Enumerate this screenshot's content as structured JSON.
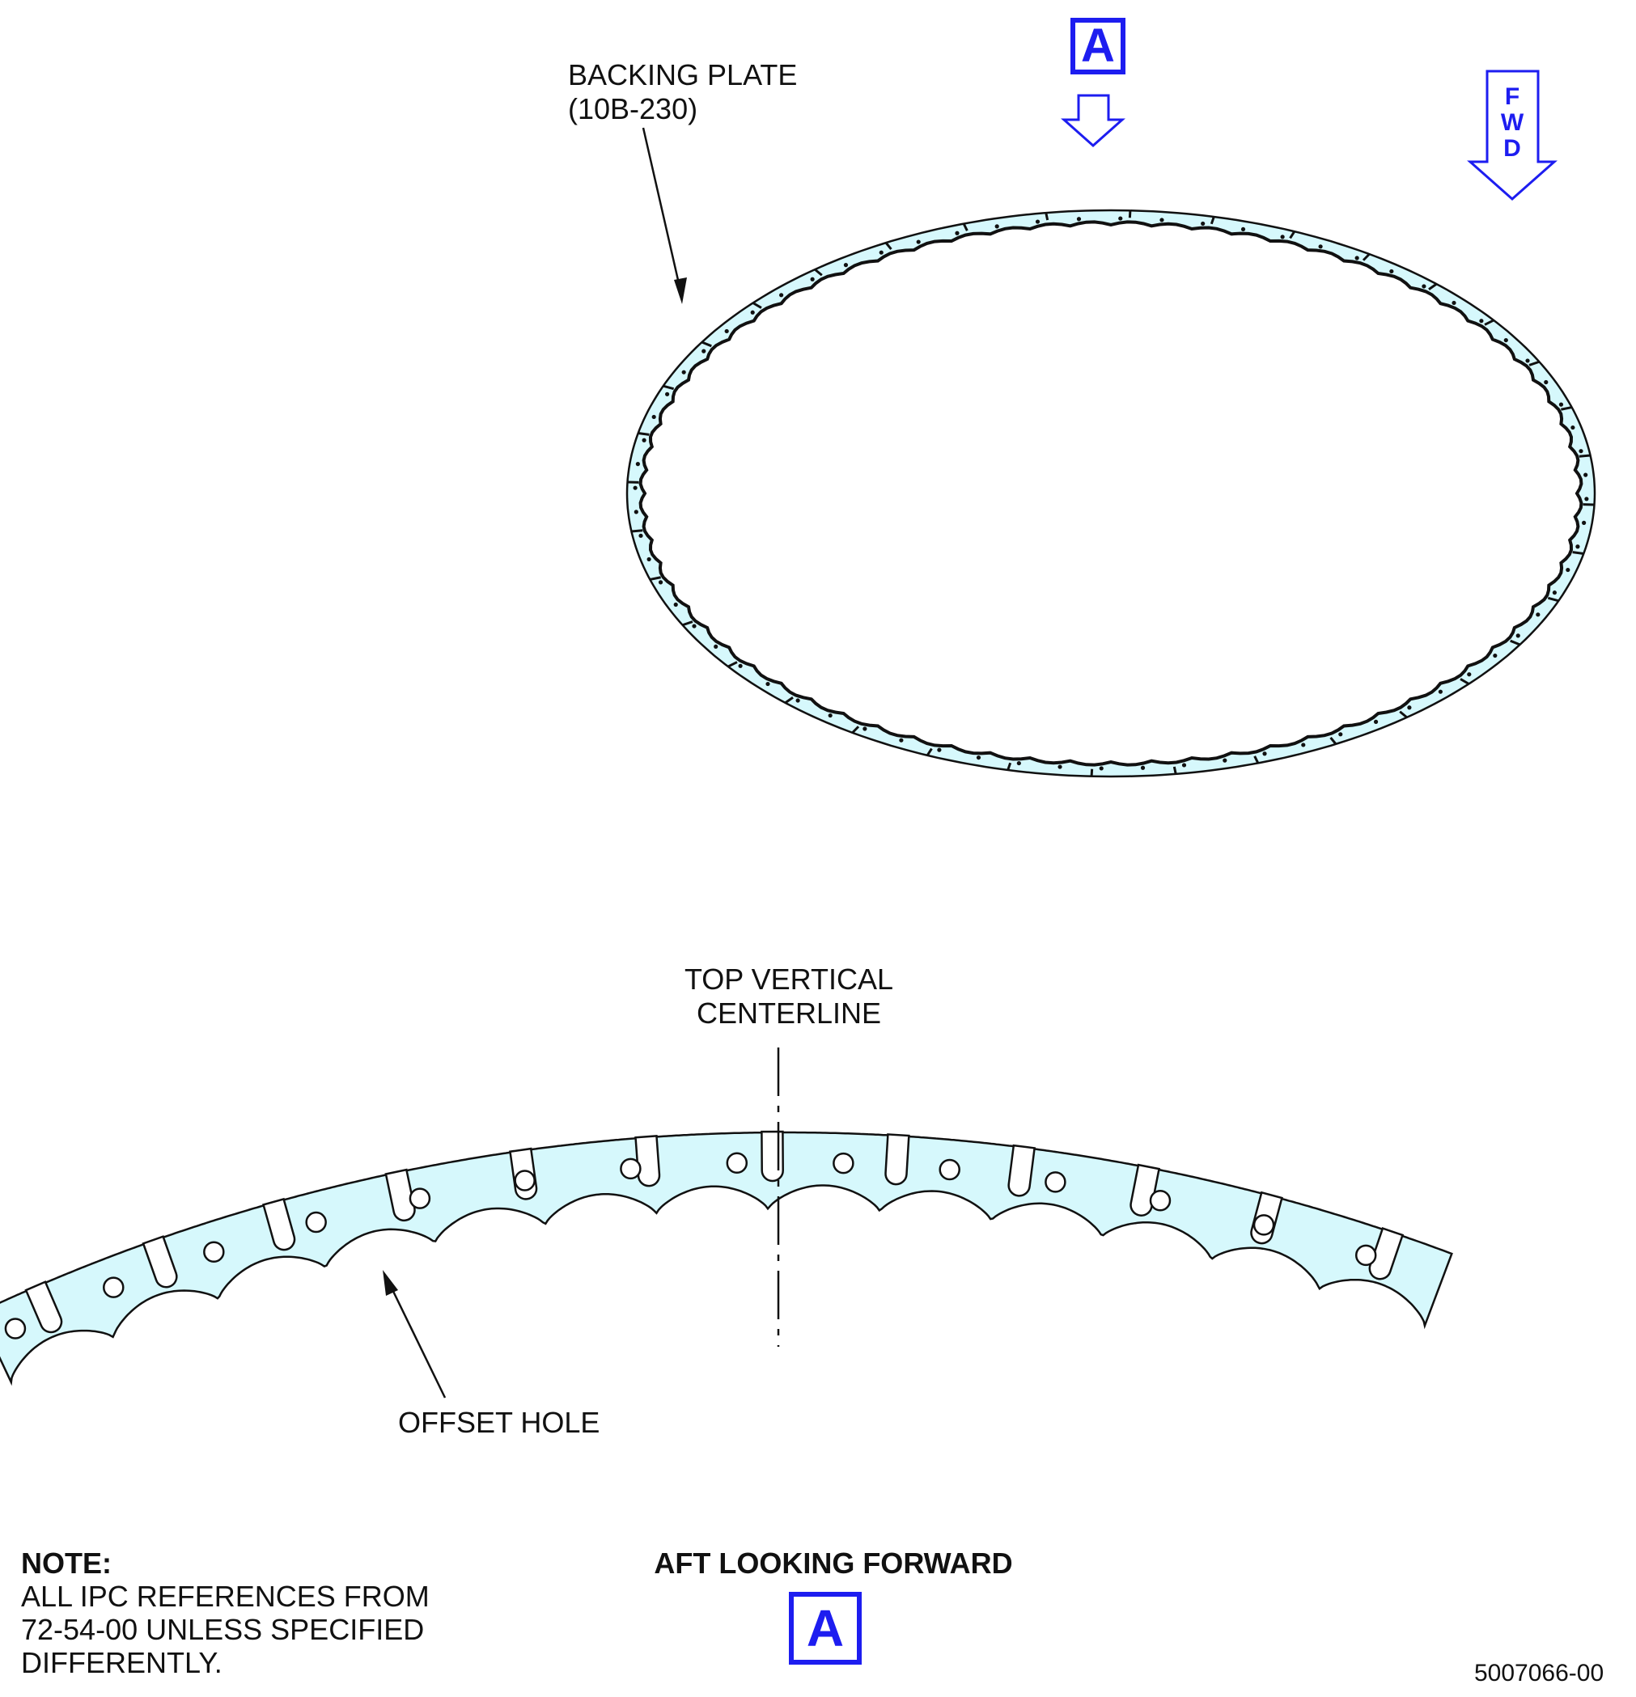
{
  "colors": {
    "part_fill": "#d6f8fc",
    "outline": "#111111",
    "view_marker": "#1d1df0"
  },
  "labels": {
    "backing_plate": "BACKING PLATE",
    "backing_plate_ref": "(10B-230)",
    "top_vertical_centerline_line1": "TOP VERTICAL",
    "top_vertical_centerline_line2": "CENTERLINE",
    "offset_hole": "OFFSET HOLE",
    "view_title": "AFT LOOKING FORWARD"
  },
  "view_marker": {
    "letter": "A"
  },
  "fwd_arrow": {
    "letters": [
      "F",
      "W",
      "D"
    ]
  },
  "note": {
    "heading": "NOTE:",
    "lines": [
      "ALL IPC REFERENCES FROM",
      "72-54-00 UNLESS SPECIFIED",
      "DIFFERENTLY."
    ]
  },
  "drawing_number": "5007066-00",
  "icons": {
    "view_arrow": "down-arrow-icon",
    "fwd_arrow": "down-arrow-icon"
  }
}
